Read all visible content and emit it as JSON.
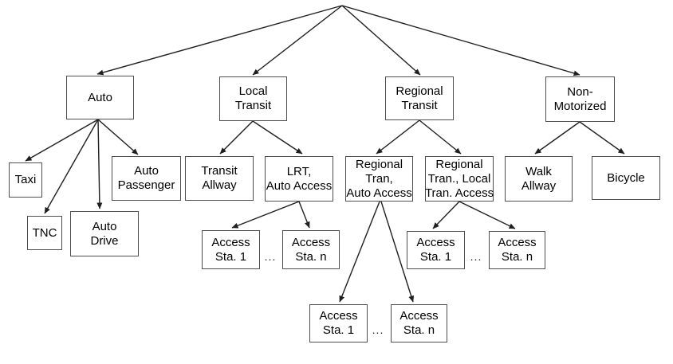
{
  "diagram": {
    "type": "tree",
    "ellipsis": "...",
    "colors": {
      "background": "#ffffff",
      "box_fill": "#ffffff",
      "box_border": "#4f4f4f",
      "line": "#1f1f1f",
      "text": "#000000"
    },
    "nodes": {
      "auto": {
        "label": "Auto"
      },
      "taxi": {
        "label": "Taxi"
      },
      "tnc": {
        "label": "TNC"
      },
      "auto_drive": {
        "label": "Auto\nDrive"
      },
      "auto_passenger": {
        "label": "Auto\nPassenger"
      },
      "local_transit": {
        "label": "Local\nTransit"
      },
      "transit_allway": {
        "label": "Transit\nAllway"
      },
      "lrt_auto_access": {
        "label": "LRT,\nAuto Access"
      },
      "lrt_access_sta_1": {
        "label": "Access\nSta. 1"
      },
      "lrt_access_sta_n": {
        "label": "Access\nSta. n"
      },
      "regional_transit": {
        "label": "Regional\nTransit"
      },
      "regional_tran_auto_access": {
        "label": "Regional\nTran,\nAuto Access"
      },
      "regional_tran_local_tran_access": {
        "label": "Regional\nTran., Local\nTran. Access"
      },
      "rta_access_sta_1": {
        "label": "Access\nSta. 1"
      },
      "rta_access_sta_n": {
        "label": "Access\nSta. n"
      },
      "rtl_access_sta_1": {
        "label": "Access\nSta. 1"
      },
      "rtl_access_sta_n": {
        "label": "Access\nSta. n"
      },
      "non_motorized": {
        "label": "Non-\nMotorized"
      },
      "walk_allway": {
        "label": "Walk\nAllway"
      },
      "bicycle": {
        "label": "Bicycle"
      }
    },
    "edges": [
      {
        "from": "root",
        "to": "auto"
      },
      {
        "from": "root",
        "to": "local_transit"
      },
      {
        "from": "root",
        "to": "regional_transit"
      },
      {
        "from": "root",
        "to": "non_motorized"
      },
      {
        "from": "auto",
        "to": "taxi"
      },
      {
        "from": "auto",
        "to": "tnc"
      },
      {
        "from": "auto",
        "to": "auto_drive"
      },
      {
        "from": "auto",
        "to": "auto_passenger"
      },
      {
        "from": "local_transit",
        "to": "transit_allway"
      },
      {
        "from": "local_transit",
        "to": "lrt_auto_access"
      },
      {
        "from": "lrt_auto_access",
        "to": "lrt_access_sta_1"
      },
      {
        "from": "lrt_auto_access",
        "to": "lrt_access_sta_n"
      },
      {
        "from": "regional_transit",
        "to": "regional_tran_auto_access"
      },
      {
        "from": "regional_transit",
        "to": "regional_tran_local_tran_access"
      },
      {
        "from": "regional_tran_auto_access",
        "to": "rta_access_sta_1"
      },
      {
        "from": "regional_tran_auto_access",
        "to": "rta_access_sta_n"
      },
      {
        "from": "regional_tran_local_tran_access",
        "to": "rtl_access_sta_1"
      },
      {
        "from": "regional_tran_local_tran_access",
        "to": "rtl_access_sta_n"
      },
      {
        "from": "non_motorized",
        "to": "walk_allway"
      },
      {
        "from": "non_motorized",
        "to": "bicycle"
      }
    ]
  }
}
